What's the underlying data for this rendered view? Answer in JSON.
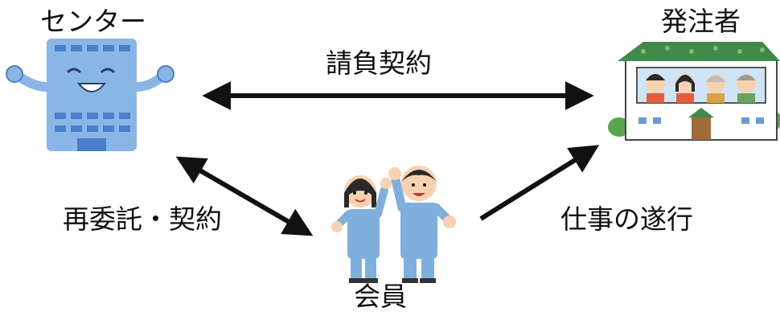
{
  "nodes": {
    "center": "センター",
    "client": "発注者",
    "member": "会員"
  },
  "edges": {
    "center_client": "請負契約",
    "center_member": "再委託・契約",
    "member_client": "仕事の遂行"
  },
  "colors": {
    "arrow": "#111111",
    "building_blue": "#8ab6e6",
    "building_window": "#4a7ec8",
    "roof_green": "#3f8a4a",
    "uniform_blue": "#7fb0dd",
    "skin": "#f6d2b0",
    "hair": "#2a2a2a"
  },
  "icons": {
    "center": "smiling-building-icon",
    "client": "house-with-family-icon",
    "member": "two-workers-cheering-icon"
  }
}
